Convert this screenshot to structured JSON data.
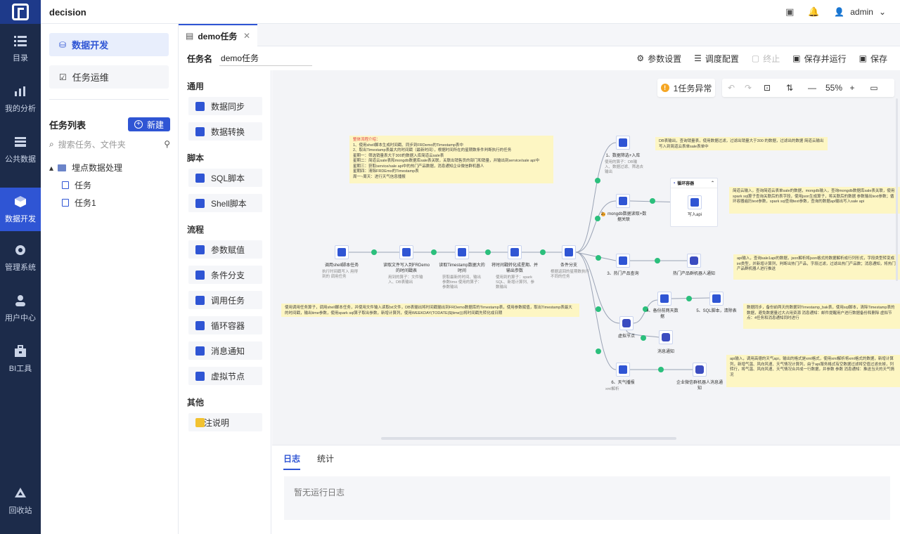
{
  "app": {
    "title": "decision",
    "user": "admin"
  },
  "nav": [
    {
      "label": "目录",
      "icon": "list-icon"
    },
    {
      "label": "我的分析",
      "icon": "chart-icon"
    },
    {
      "label": "公共数据",
      "icon": "database-icon"
    },
    {
      "label": "数据开发",
      "icon": "cube-icon",
      "active": true
    },
    {
      "label": "管理系统",
      "icon": "gear-icon"
    },
    {
      "label": "用户中心",
      "icon": "user-icon"
    },
    {
      "label": "BI工具",
      "icon": "toolbox-icon"
    },
    {
      "label": "回收站",
      "icon": "recycle-icon"
    }
  ],
  "sidebar": {
    "dev_label": "数据开发",
    "ops_label": "任务运维",
    "list_title": "任务列表",
    "new_label": "新建",
    "search_placeholder": "搜索任务、文件夹",
    "tree": {
      "folder": "埋点数据处理",
      "items": [
        "任务",
        "任务1"
      ]
    }
  },
  "tab": {
    "title": "demo任务"
  },
  "editor": {
    "name_label": "任务名",
    "name_value": "demo任务",
    "actions": {
      "params": "参数设置",
      "schedule": "调度配置",
      "stop": "终止",
      "save_run": "保存并运行",
      "save": "保存"
    }
  },
  "palette": {
    "groups": [
      "通用",
      "脚本",
      "流程",
      "其他"
    ],
    "general": [
      "数据同步",
      "数据转换"
    ],
    "script": [
      "SQL脚本",
      "Shell脚本"
    ],
    "flow": [
      "参数赋值",
      "条件分支",
      "调用任务",
      "循环容器",
      "消息通知",
      "虚拟节点"
    ],
    "other": [
      "备注说明"
    ]
  },
  "canvas": {
    "error_label": "1任务异常",
    "zoom": "55%",
    "nodes": [
      {
        "label": "调用shell脚本任务",
        "desc": "执行时间戳写入 用得到的 调用任务"
      },
      {
        "label": "读取文件写入到FRDemo的时间戳表",
        "desc": "用到的算子：文件输入、DB表输出"
      },
      {
        "label": "读取Timestamp数据大的时间",
        "desc": "获取最新的时间、输出参数time 使用的算子：参数输出"
      },
      {
        "label": "将时间戳转化成星期、并输出参数",
        "desc": "使用到的算子：spark SQL、新增计算列、参数输出"
      },
      {
        "label": "条件分支",
        "desc": "根据返回的星期数执行不同的任务"
      },
      {
        "label": "1、数据筛选+入库",
        "desc": "使用的算子：DB输入、数据过滤、筛选去输出"
      },
      {
        "label": "2、mongdb数据读取+数据关联"
      },
      {
        "label": "写入api"
      },
      {
        "label": "3、热门产品查询"
      },
      {
        "label": "热门产品群机器人通知"
      },
      {
        "label": "4、备份前两天数据"
      },
      {
        "label": "5、SQL脚本，清除表"
      },
      {
        "label": "虚拟节点"
      },
      {
        "label": "消息通知"
      },
      {
        "label": "6、天气播报",
        "desc": "xml解析"
      },
      {
        "label": "企业微信群机器人消息通知"
      }
    ],
    "loop_label": "循环容器",
    "notes": {
      "flow_title": "整体流程介绍：",
      "flow_lines": [
        "1、使用shell脚本生成时间戳、同步到FRDemo的Timestamp表中",
        "2、取出Timestamp表最大的时间戳（最新时间），根据时间所在的星期数条件判断执行的任务",
        "星期一：筛选销量表大于300的数据入库简道云sale表",
        "星期二：简道云sale表和mongdb数据库sale表关联，关联出销售员的部门和销量，并输出到service/sale api中",
        "星期三：获取service/sale api中的热门产品数据，消息通知企业微信群机器人",
        "星期四：清除FRDEmo的Timestamp表",
        "周一~周天：进行天气信息播报"
      ],
      "call_note": "使用调用任务算子，调用shell脚本任务，并使用文件输入读取txt文件，DB表输出将时间戳输出到FRDemo数据库的Timestamp表，使用参数赋值，取出Timestamp表最大的时间戳，输出time参数，使用spark sql算子取出参数，新增计算列，使用WEEKDAY(TODATE(${time}))将时间戳先转化成日期",
      "note1": "DB表输出，查询销量表，使用数据过滤，过滤出销量大于300 的数据，过滤出的数据 简道云输出写入到简道云表单sale表单中",
      "note2": "简道云输入，查询简道云表单sale的数据，mongdb输入，查询mongdb数据库sale表关联，使用spark sql算子查询关联后的表字段，使用json生成算子，将关联后的数据 参数输出text参数；循环容器遍历text参数，spark sql查询text参数，查询的数据api输出写入sale api",
      "note3": "api输入，查询sale1api的数据，json解析将json格式的数据解析成行列形式，字段类型转变成int类型，并新增计算列，判断出热门产品，字段过滤，过滤出热门产品数；消息通知，将热门产品群机器人进行推送",
      "note4": "数据同步，备份前两天的数据到Timestamp_bak表，使用sql脚本，清除Timestamp表的数据，避免数据量过大占用资源 消息通知：邮件提醒用户进行数据备份和删除 虚拟节点：4任务和消息通知同时进行",
      "note5": "api输入，调用高德的天气api，输出的格式是xml格式，使用xml解析将xml格式的数据，新增计算列，新增气温、风向风速、天气情况计算列，由于api服务格式有空数据过滤将空值过滤去掉，列转行，将气温、风向风速、天气情况合并成一行数据，并参数 参数 消息通知：推送当天的天气情况"
    }
  },
  "log": {
    "tabs": [
      "日志",
      "统计"
    ],
    "empty": "暂无运行日志"
  }
}
